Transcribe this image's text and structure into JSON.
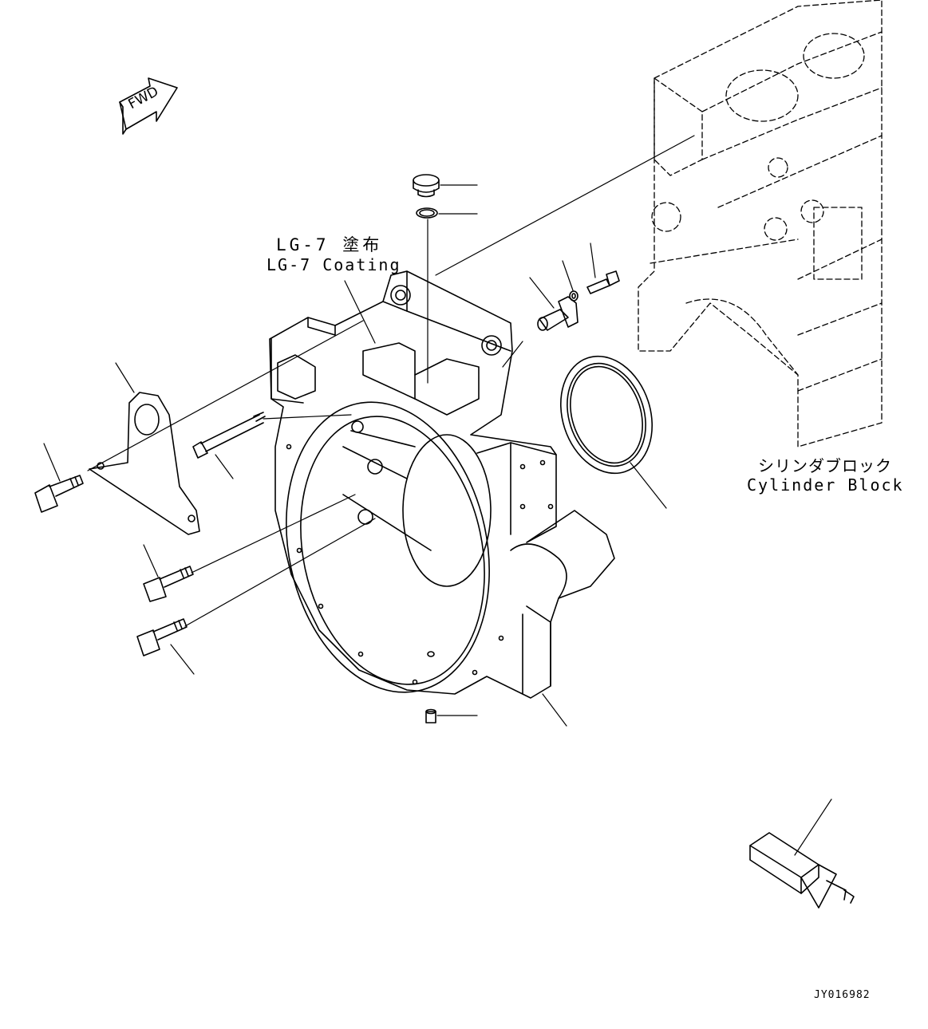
{
  "labels": {
    "fwd": "FWD",
    "coating_jp": "LG-7 塗布",
    "coating_en": "LG-7 Coating",
    "cylinder_block_jp": "シリンダブロック",
    "cylinder_block_en": "Cylinder Block",
    "drawing_code": "JY016982"
  },
  "parts": [
    "fwd-arrow",
    "cylinder-block",
    "flywheel-housing",
    "oil-seal-ring",
    "plug",
    "o-ring",
    "speed-sensor",
    "washer",
    "sensor-bolt",
    "mounting-bracket",
    "long-bolt",
    "bracket-bolt",
    "housing-bolt-upper",
    "housing-bolt-lower",
    "drain-plug",
    "sealant-tube"
  ]
}
